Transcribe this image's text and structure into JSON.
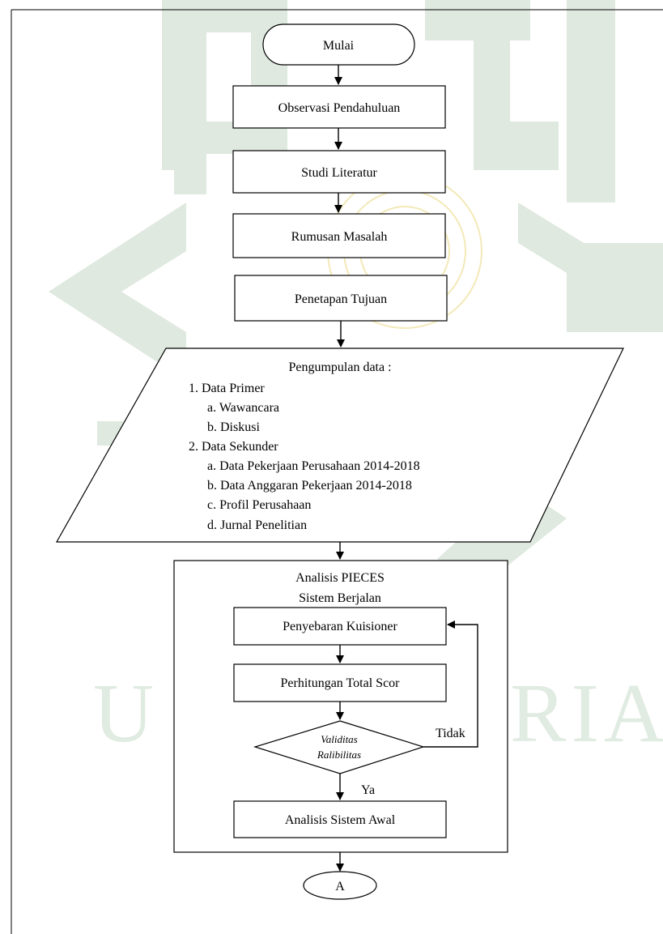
{
  "watermark": {
    "text_left": "U",
    "text_right": "RIA",
    "color": "#dfe9df"
  },
  "flowchart": {
    "start": "Mulai",
    "step1": "Observasi Pendahuluan",
    "step2": "Studi Literatur",
    "step3": "Rumusan Masalah",
    "step4": "Penetapan Tujuan",
    "data_collection": {
      "title": "Pengumpulan data :",
      "items": [
        "1.  Data Primer",
        "a. Wawancara",
        "b. Diskusi",
        "2.  Data Sekunder",
        "a. Data Pekerjaan Perusahaan 2014-2018",
        "b. Data Anggaran Pekerjaan 2014-2018",
        "c. Profil Perusahaan",
        "d. Jurnal Penelitian"
      ]
    },
    "analysis_group": {
      "title_line1": "Analisis PIECES",
      "title_line2": "Sistem Berjalan",
      "sub1": "Penyebaran Kuisioner",
      "sub2": "Perhitungan Total Scor",
      "decision_line1": "Validitas",
      "decision_line2": "Ralibilitas",
      "no_label": "Tidak",
      "yes_label": "Ya",
      "sub3": "Analisis Sistem Awal"
    },
    "connector": "A"
  }
}
